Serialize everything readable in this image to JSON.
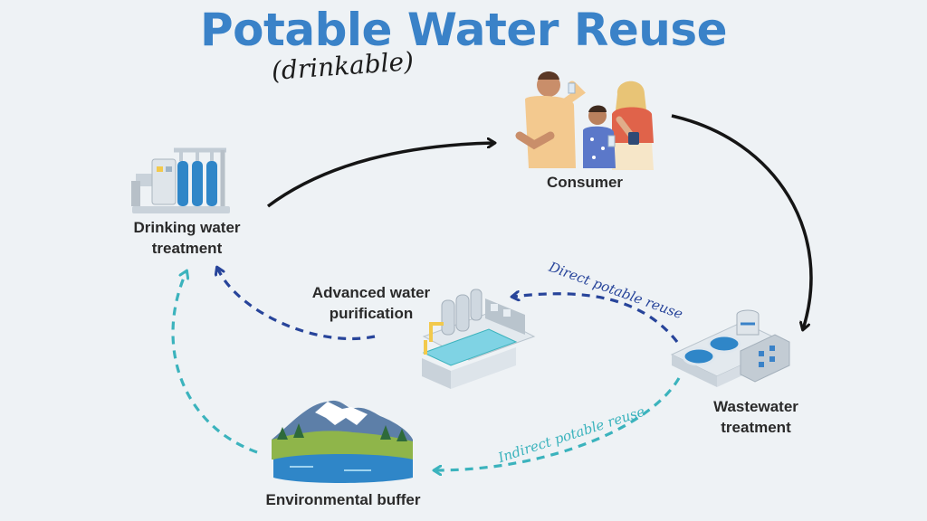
{
  "title": "Potable Water Reuse",
  "subtitle": "(drinkable)",
  "nodes": {
    "drinking": "Drinking water treatment",
    "consumer": "Consumer",
    "advanced": "Advanced water purification",
    "wastewater": "Wastewater treatment",
    "environmental": "Environmental buffer"
  },
  "flows": {
    "direct": "Direct potable reuse",
    "indirect": "Indirect potable reuse"
  },
  "colors": {
    "title": "#3a82c8",
    "solid_arrow": "#151515",
    "direct_arrow": "#27449a",
    "indirect_arrow": "#3bb3bd"
  },
  "icons": [
    "treatment-plant-icon",
    "family-drinking-icon",
    "purification-plant-icon",
    "wastewater-plant-icon",
    "mountain-lake-icon"
  ]
}
